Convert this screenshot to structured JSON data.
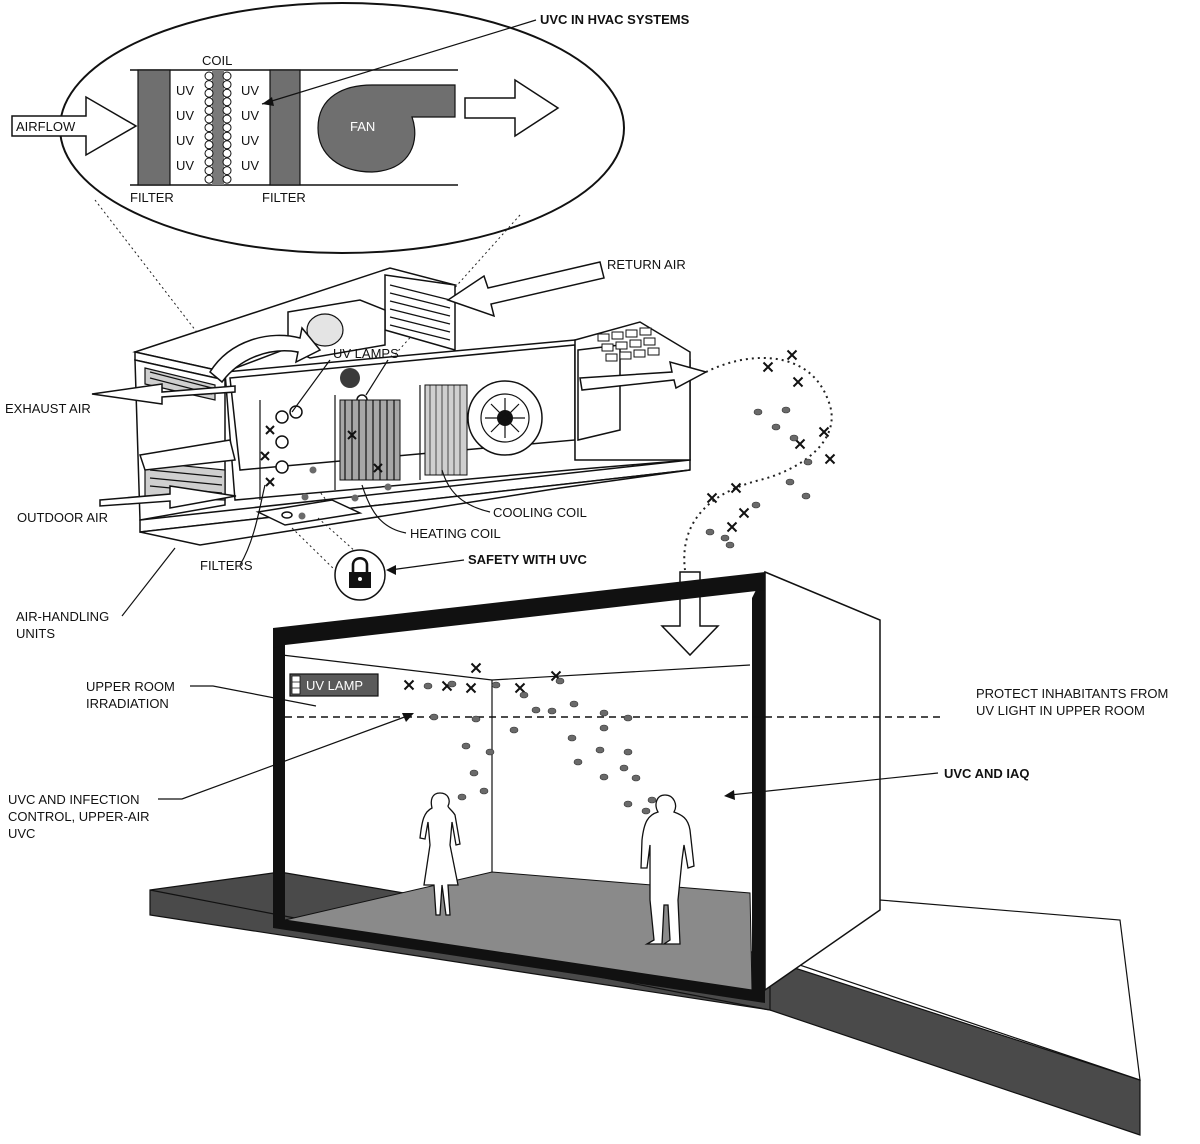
{
  "labels": {
    "uvc_in_hvac": "UVC IN HVAC SYSTEMS",
    "coil": "COIL",
    "uv": "UV",
    "airflow": "AIRFLOW",
    "fan": "FAN",
    "filter": "FILTER",
    "return_air": "RETURN AIR",
    "uv_lamps": "UV LAMPS",
    "exhaust_air": "EXHAUST AIR",
    "outdoor_air": "OUTDOOR AIR",
    "cooling_coil": "COOLING COIL",
    "heating_coil": "HEATING COIL",
    "filters": "FILTERS",
    "safety_with_uvc": "SAFETY WITH UVC",
    "air_handling_units_1": "AIR-HANDLING",
    "air_handling_units_2": "UNITS",
    "upper_room_1": "UPPER ROOM",
    "upper_room_2": "IRRADIATION",
    "uv_lamp": "UV LAMP",
    "protect_1": "PROTECT INHABITANTS FROM",
    "protect_2": "UV LIGHT IN UPPER ROOM",
    "uvc_iaq": "UVC AND IAQ",
    "infection_1": "UVC AND INFECTION",
    "infection_2": "CONTROL, UPPER-AIR",
    "infection_3": "UVC"
  },
  "colors": {
    "ink": "#111111",
    "floor": "#8a8a8a",
    "slab": "#4a4a4a",
    "particle": "#6a6a6a",
    "panel": "#6f6f6f"
  }
}
